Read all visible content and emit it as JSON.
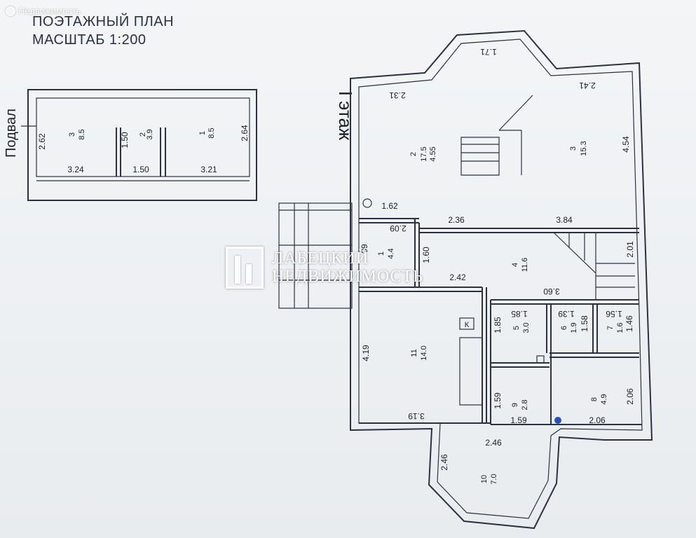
{
  "watermark": {
    "top": "Недвижимость",
    "brand_line1": "ЛАБЕЦКИЙ",
    "brand_line2": "НЕДВИЖИМОСТЬ"
  },
  "title": {
    "line1": "ПОЭТАЖНЫЙ ПЛАН",
    "line2": "МАСШТАБ 1:200"
  },
  "basement": {
    "label": "Подвал",
    "rooms": [
      {
        "num": "3",
        "area": "8.5"
      },
      {
        "num": "2",
        "area": "3.9"
      },
      {
        "num": "1",
        "area": "8.5"
      }
    ],
    "dims": [
      "2.62",
      "3.24",
      "1.50",
      "1.50",
      "3.21",
      "2.64"
    ]
  },
  "floor1": {
    "label": "I этаж",
    "rooms": [
      {
        "num": "1",
        "area": "4.4"
      },
      {
        "num": "2",
        "area": "17.5",
        "extra": "4.55"
      },
      {
        "num": "3",
        "area": "15.3"
      },
      {
        "num": "4",
        "area": "11.6"
      },
      {
        "num": "5",
        "area": "3.0"
      },
      {
        "num": "6",
        "area": "1.9"
      },
      {
        "num": "7",
        "area": "1.6"
      },
      {
        "num": "8",
        "area": "4.9"
      },
      {
        "num": "9",
        "area": "2.8"
      },
      {
        "num": "10",
        "area": "7.0"
      },
      {
        "num": "11",
        "area": "14.0"
      }
    ],
    "dims": {
      "d171": "1.71",
      "d231": "2.31",
      "d241": "2.41",
      "d454": "4.54",
      "d162": "1.62",
      "d236": "2.36",
      "d384": "3.84",
      "d209": "2.09",
      "d09": "09",
      "d160": "1.60",
      "d201": "2.01",
      "d242": "2.42",
      "d360": "3.60",
      "d185a": "1.85",
      "d185b": "1.85",
      "d139": "1.39",
      "d158": "1.58",
      "d156": "1.56",
      "d146": "1.46",
      "d419": "4.19",
      "d159a": "1.59",
      "d159b": "1.59",
      "d206a": "2.06",
      "d206b": "2.06",
      "d319": "3.19",
      "d246a": "2.46",
      "d246b": "2.46"
    },
    "kitchen_mark": "К"
  }
}
